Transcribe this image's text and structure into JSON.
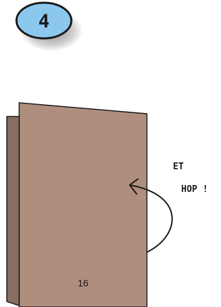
{
  "step": {
    "number": "4"
  },
  "booklet": {
    "page_number": "16"
  },
  "caption": {
    "line1": "ET",
    "line2": "HOP !"
  },
  "colors": {
    "badge_fill": "#8cc7ee",
    "page_front": "#b08e7e",
    "page_back": "#8a6e62",
    "ink": "#1a1a1a"
  }
}
